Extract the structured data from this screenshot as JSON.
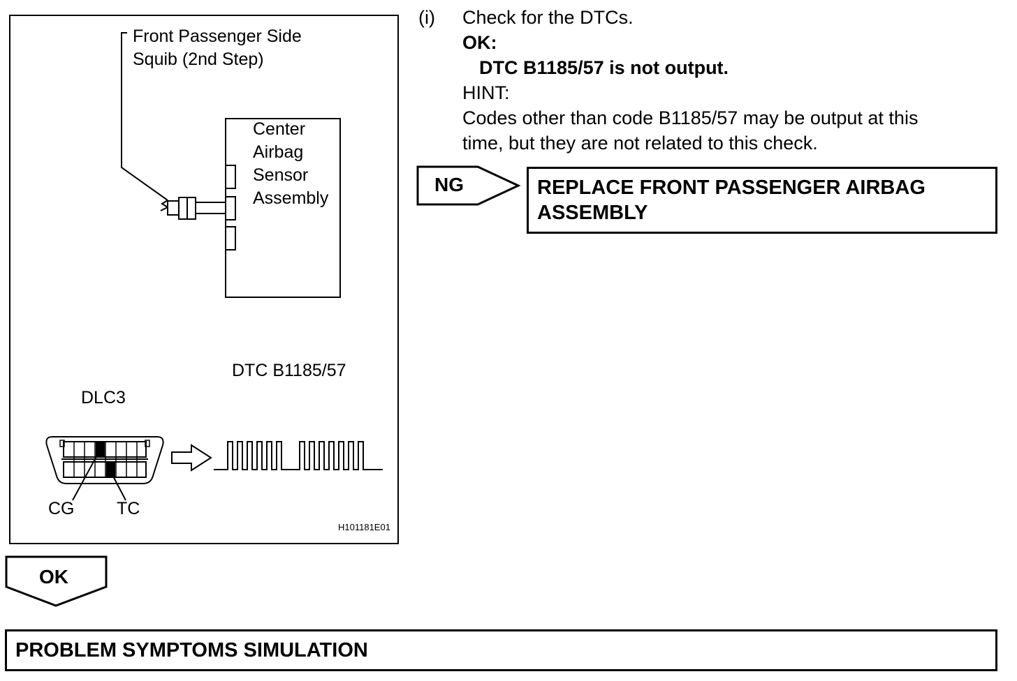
{
  "figure": {
    "squib_label_line1": "Front Passenger Side",
    "squib_label_line2": "Squib (2nd Step)",
    "sensor_label_lines": [
      "Center",
      "Airbag",
      "Sensor",
      "Assembly"
    ],
    "dtc_label": "DTC B1185/57",
    "dlc3_label": "DLC3",
    "cg_label": "CG",
    "tc_label": "TC",
    "figure_id": "H101181E01"
  },
  "step": {
    "marker": "(i)",
    "instruction": "Check for the DTCs.",
    "ok_label": "OK:",
    "ok_condition": "DTC B1185/57 is not output.",
    "hint_label": "HINT:",
    "hint_text_line1": "Codes other than code B1185/57 may be output at this",
    "hint_text_line2": "time, but they are not related to this check."
  },
  "ng_branch": {
    "tag": "NG",
    "action_line1": "REPLACE FRONT PASSENGER AIRBAG",
    "action_line2": "ASSEMBLY"
  },
  "ok_branch": {
    "tag": "OK"
  },
  "next_step": {
    "title": "PROBLEM SYMPTOMS SIMULATION"
  }
}
